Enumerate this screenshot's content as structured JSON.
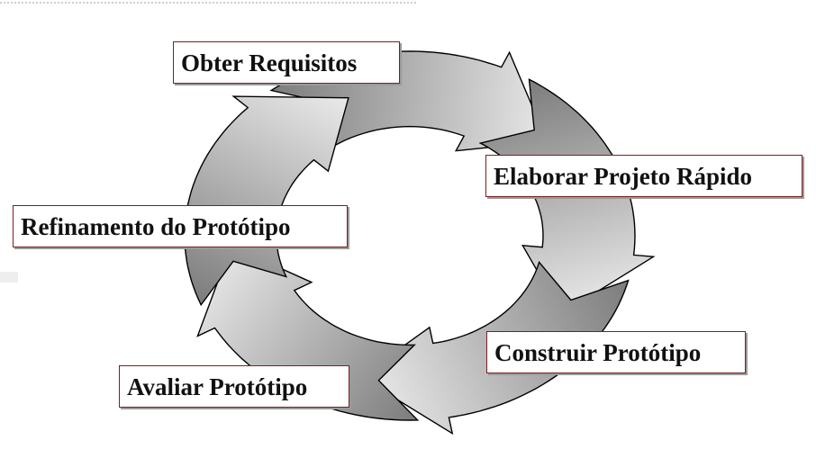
{
  "diagram": {
    "steps": [
      {
        "id": "obter",
        "label": "Obter Requisitos"
      },
      {
        "id": "elaborar",
        "label": "Elaborar Projeto Rápido"
      },
      {
        "id": "construir",
        "label": "Construir Protótipo"
      },
      {
        "id": "avaliar",
        "label": "Avaliar Protótipo"
      },
      {
        "id": "refinamento",
        "label": "Refinamento do Protótipo"
      }
    ],
    "flow_direction": "clockwise",
    "colors": {
      "box_border": "#7a1f1f",
      "arrow_outline": "#000000",
      "arrow_light": "#f4f4f4",
      "arrow_dark": "#7c7c7c"
    }
  }
}
